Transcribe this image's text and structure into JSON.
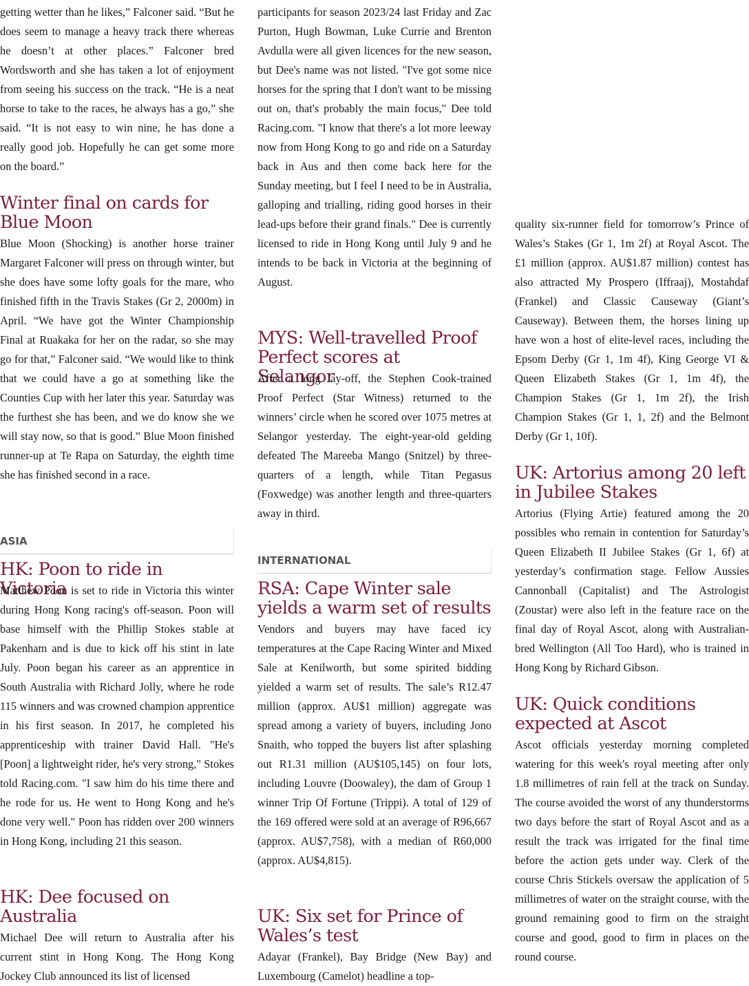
{
  "col1": {
    "intro_text": "getting wetter than he likes,” Falconer said. “But he does seem to manage a heavy track there whereas he doesn’t at other places.” Falconer bred Wordsworth and she has taken a lot of enjoyment from seeing his success on the track. “He is a neat horse to take to the races, he always has a go,” she said. “It is not easy to win nine, he has done a really good job. Hopefully he can get some more on the board.”",
    "article1": {
      "headline": "Winter final on cards for Blue Moon",
      "body": "Blue Moon (Shocking) is another horse trainer Margaret Falconer will press on through winter, but she does have some lofty goals for the mare, who finished fifth in the Travis Stakes (Gr 2, 2000m) in April. “We have got the Winter Championship Final at Ruakaka for her on the radar, so she may go for that,” Falconer said. “We would like to think that we could have a go at something like the Counties Cup with her later this year. Saturday was the furthest she has been, and we do know she we will stay now, so that is good.” Blue Moon finished runner-up at Te Rapa on Saturday, the eighth time she has finished second in a race."
    },
    "section_label": "ASIA",
    "article2": {
      "headline": "HK: Poon to ride in Victoria",
      "body": "Matthew Poon is set to ride in Victoria this winter during Hong Kong racing's off-season. Poon will base himself with the Phillip Stokes stable at Pakenham and is due to kick off his stint in late July. Poon began his career as an apprentice in South Australia with Richard Jolly, where he rode 115 winners and was crowned champion apprentice in his first season. In 2017, he completed his apprenticeship with trainer David Hall. \"He's [Poon] a lightweight rider, he's very strong,\" Stokes told Racing.com. \"I saw him do his time there and he rode for us. He went to Hong Kong and he's done very well.\" Poon has ridden over 200 winners in Hong Kong, including 21 this season."
    },
    "article3": {
      "headline": "HK: Dee focused on Australia",
      "body": "Michael Dee will return to Australia after his current stint in Hong Kong. The Hong Kong Jockey Club announced its list of licensed"
    }
  },
  "col2": {
    "intro_text": "participants for season 2023/24 last Friday and Zac Purton, Hugh Bowman, Luke Currie and Brenton Avdulla were all given licences for the new season, but Dee's name was not listed. \"I've got some nice horses for the spring that I don't want to be missing out on, that's probably the main focus,\" Dee told Racing.com. \"I know that there's a lot more leeway now from Hong Kong to go and ride on a Saturday back in Aus and then come back here for the Sunday meeting, but I feel I need to be in Australia, galloping and trialling, riding good horses in their lead-ups before their grand finals.\" Dee is currently licensed to ride in Hong Kong until July 9 and he intends to be back in Victoria at the beginning of August.",
    "article1": {
      "headline": "MYS: Well-travelled Proof Perfect scores at Selangor",
      "body": "After a long lay-off, the Stephen Cook-trained Proof Perfect (Star Witness) returned to the winners’ circle when he scored over 1075 metres at Selangor yesterday. The eight-year-old gelding defeated The Mareeba Mango (Snitzel) by three-quarters of a length, while Titan Pegasus (Foxwedge) was another length and three-quarters away in third."
    },
    "section_label": "INTERNATIONAL",
    "article2": {
      "headline": "RSA: Cape Winter sale yields a warm set of results",
      "body": "Vendors and buyers may have faced icy temperatures at the Cape Racing Winter and Mixed Sale at Kenilworth, but some spirited bidding yielded a warm set of results. The sale’s R12.47 million (approx. AU$1 million) aggregate was spread among a variety of buyers, including Jono Snaith, who topped the buyers list after splashing out R1.31 million (AU$105,145) on four lots, including Louvre (Doowaley), the dam of Group 1 winner Trip Of Fortune (Trippi). A total of 129 of the 169 offered were sold at an average of R96,667 (approx. AU$7,758), with a median of R60,000 (approx. AU$4,815)."
    },
    "article3": {
      "headline": "UK: Six set for Prince of Wales’s test",
      "body": "Adayar (Frankel), Bay Bridge (New Bay) and Luxembourg (Camelot) headline a top-"
    }
  },
  "col3": {
    "intro_text": "quality six-runner field for tomorrow’s Prince of Wales’s Stakes (Gr 1, 1m 2f) at Royal Ascot. The £1 million (approx. AU$1.87 million) contest has also attracted My Prospero (Iffraaj), Mostahdaf (Frankel) and Classic Causeway (Giant’s Causeway). Between them, the horses lining up have won a host of elite-level races, including the Epsom Derby (Gr 1, 1m 4f), King George VI & Queen Elizabeth Stakes (Gr 1, 1m 4f), the Champion Stakes (Gr 1, 1m 2f), the Irish Champion Stakes (Gr 1, 1, 2f) and the Belmont Derby (Gr 1, 10f).",
    "article1": {
      "headline": "UK: Artorius among 20 left in Jubilee Stakes",
      "body": "Artorius (Flying Artie) featured among the 20 possibles who remain in contention for Saturday’s Queen Elizabeth II Jubilee Stakes (Gr 1, 6f) at yesterday’s confirmation stage. Fellow Aussies Cannonball (Capitalist) and The Astrologist (Zoustar) were also left in the feature race on the final day of Royal Ascot, along with Australian-bred Wellington (All Too Hard), who is trained in Hong Kong by Richard Gibson."
    },
    "article2": {
      "headline": "UK: Quick conditions expected at Ascot",
      "body": "Ascot officials yesterday morning completed watering for this week's royal meeting after only 1.8 millimetres of rain fell at the track on Sunday. The course avoided the worst of any thunderstorms two days before the start of Royal Ascot and as a result the track was irrigated for the final time before the action gets under way. Clerk of the course Chris Stickels oversaw the application of 5 millimetres of water on the straight course, with the ground remaining good to firm on the straight course and good, good to firm in places on the round course."
    }
  }
}
